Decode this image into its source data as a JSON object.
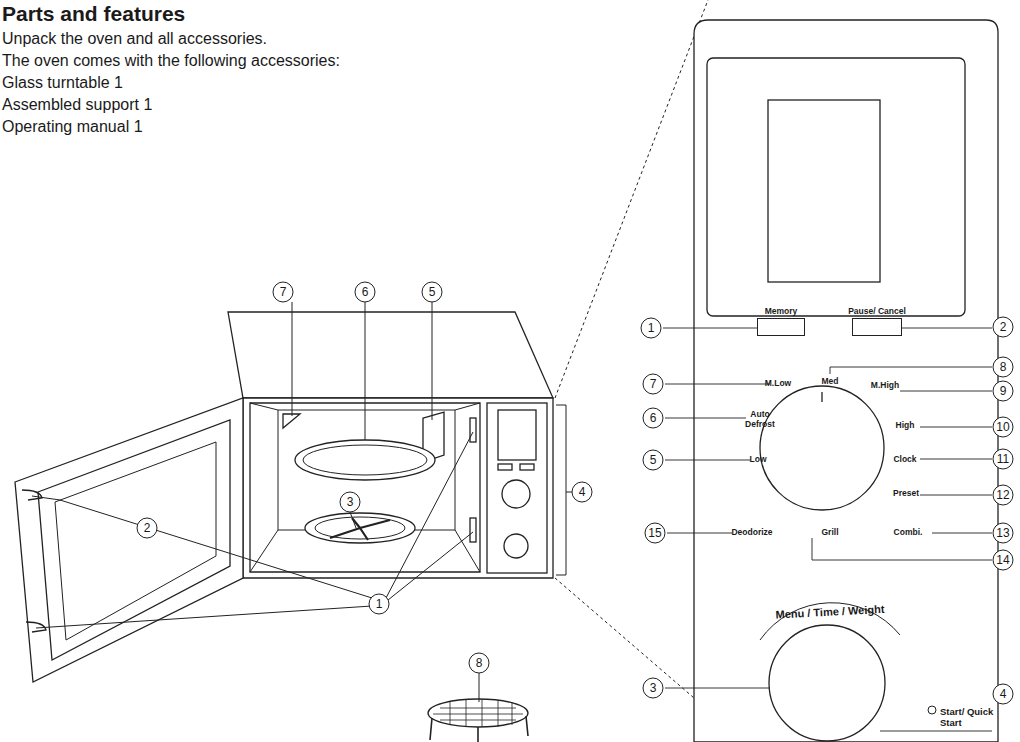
{
  "diagram": {
    "title": "Parts and features",
    "nodes": [
      {
        "text": [
          "Memory"
        ]
      },
      {
        "text": [
          "Pause/ Cancel"
        ]
      }
    ],
    "labels": [
      "Unpack the oven and all accessories.",
      "The oven comes with the following accessories:",
      "Glass turntable 1",
      "Assembled support 1",
      "Operating manual 1",
      "7",
      "6",
      "5",
      "4",
      "2",
      "3",
      "1",
      "8",
      "M.Low",
      "Med",
      "M.High",
      "High",
      "Auto Defrost",
      "Clock",
      "Low",
      "Preset",
      "Deodorize",
      "Grill",
      "Combi.",
      "Menu / Time / Weight",
      "Start/ Quick Start",
      "1",
      "2",
      "8",
      "7",
      "9",
      "6",
      "10",
      "5",
      "11",
      "12",
      "15",
      "13",
      "14",
      "3",
      "4"
    ]
  }
}
